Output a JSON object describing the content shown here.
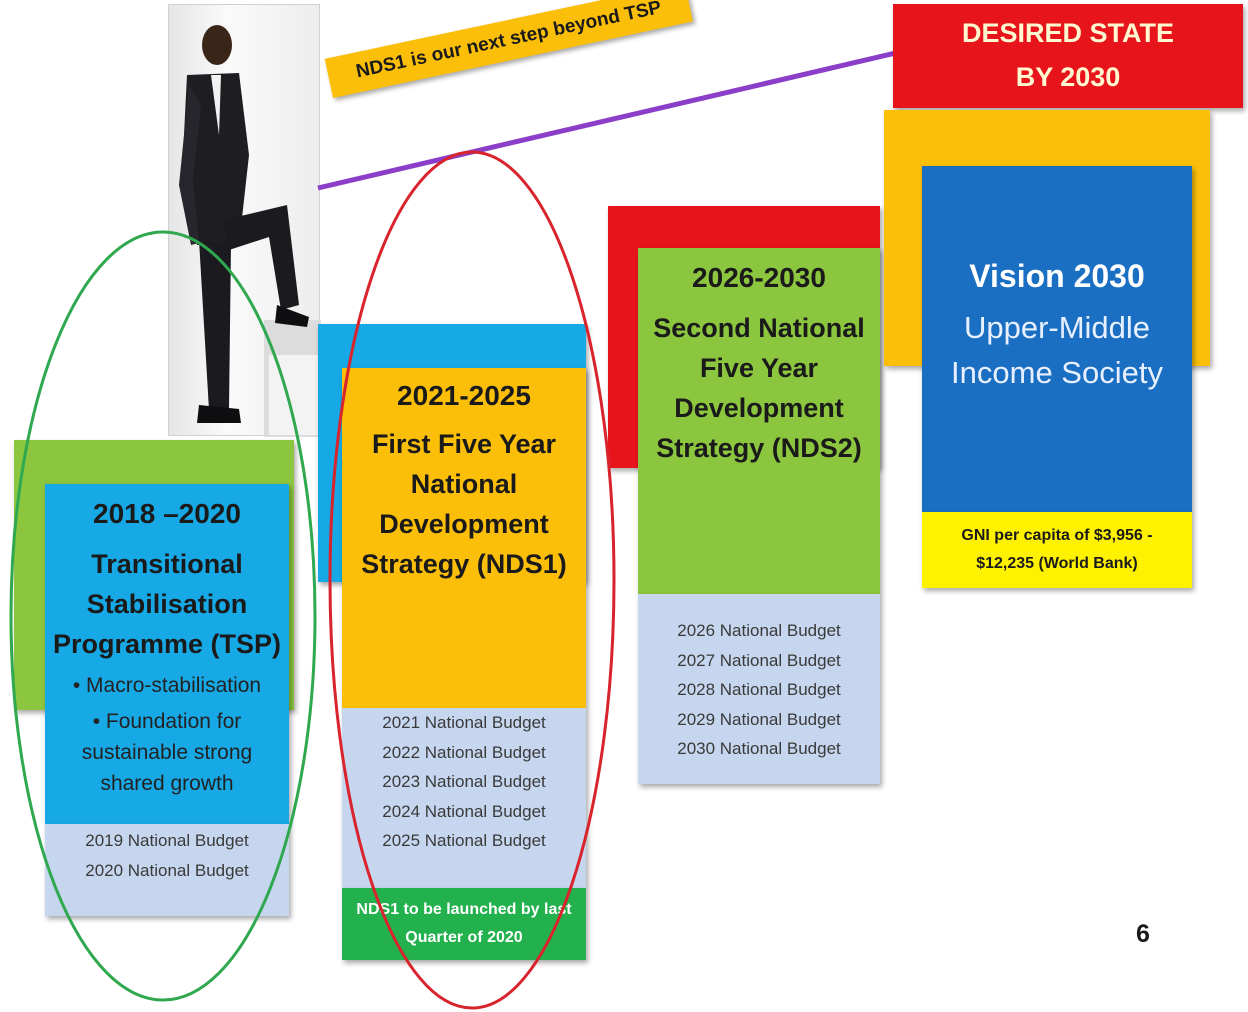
{
  "top_banner": {
    "label_line1": "DESIRED STATE",
    "label_line2": "BY 2030",
    "color": "#e8141c"
  },
  "tagline": "NDS1 is our next step beyond TSP",
  "stages": [
    {
      "years": "2018 –2020",
      "title": "Transitional\nStabilisation\nProgramme (TSP)",
      "bullets": [
        "• Macro-stabilisation",
        "• Foundation for\nsustainable strong\nshared growth"
      ],
      "budgets": [
        "2019 National Budget",
        "2020 National Budget"
      ],
      "main_color": "#17a9e6",
      "back_color": "#8cc63f"
    },
    {
      "years": "2021-2025",
      "title": "First Five Year\nNational\nDevelopment\nStrategy (NDS1)",
      "budgets": [
        "2021 National Budget",
        "2022 National Budget",
        "2023 National Budget",
        "2024 National Budget",
        "2025 National Budget"
      ],
      "note": "NDS1 to be launched by last\nQuarter of 2020",
      "main_color": "#fbbf0a",
      "back_color": "#17a9e6",
      "note_color": "#23b14d"
    },
    {
      "years": "2026-2030",
      "title": "Second National\nFive Year\nDevelopment\nStrategy (NDS2)",
      "budgets": [
        "2026 National Budget",
        "2027 National Budget",
        "2028 National Budget",
        "2029 National Budget",
        "2030 National Budget"
      ],
      "main_color": "#8cc63f",
      "back_color": "#e8141c"
    },
    {
      "years": "Vision 2030",
      "title": "Upper-Middle\nIncome Society",
      "note": "GNI per capita of $3,956 -\n$12,235 (World Bank)",
      "main_color": "#1b6fc2",
      "back_color": "#fbbf0a",
      "note_color": "#fff200"
    }
  ],
  "page_number": "6",
  "highlight_colors": {
    "tsp_ellipse": "#2fa84f",
    "nds1_ellipse": "#d9232d",
    "arrow_line": "#8b3fc8"
  }
}
